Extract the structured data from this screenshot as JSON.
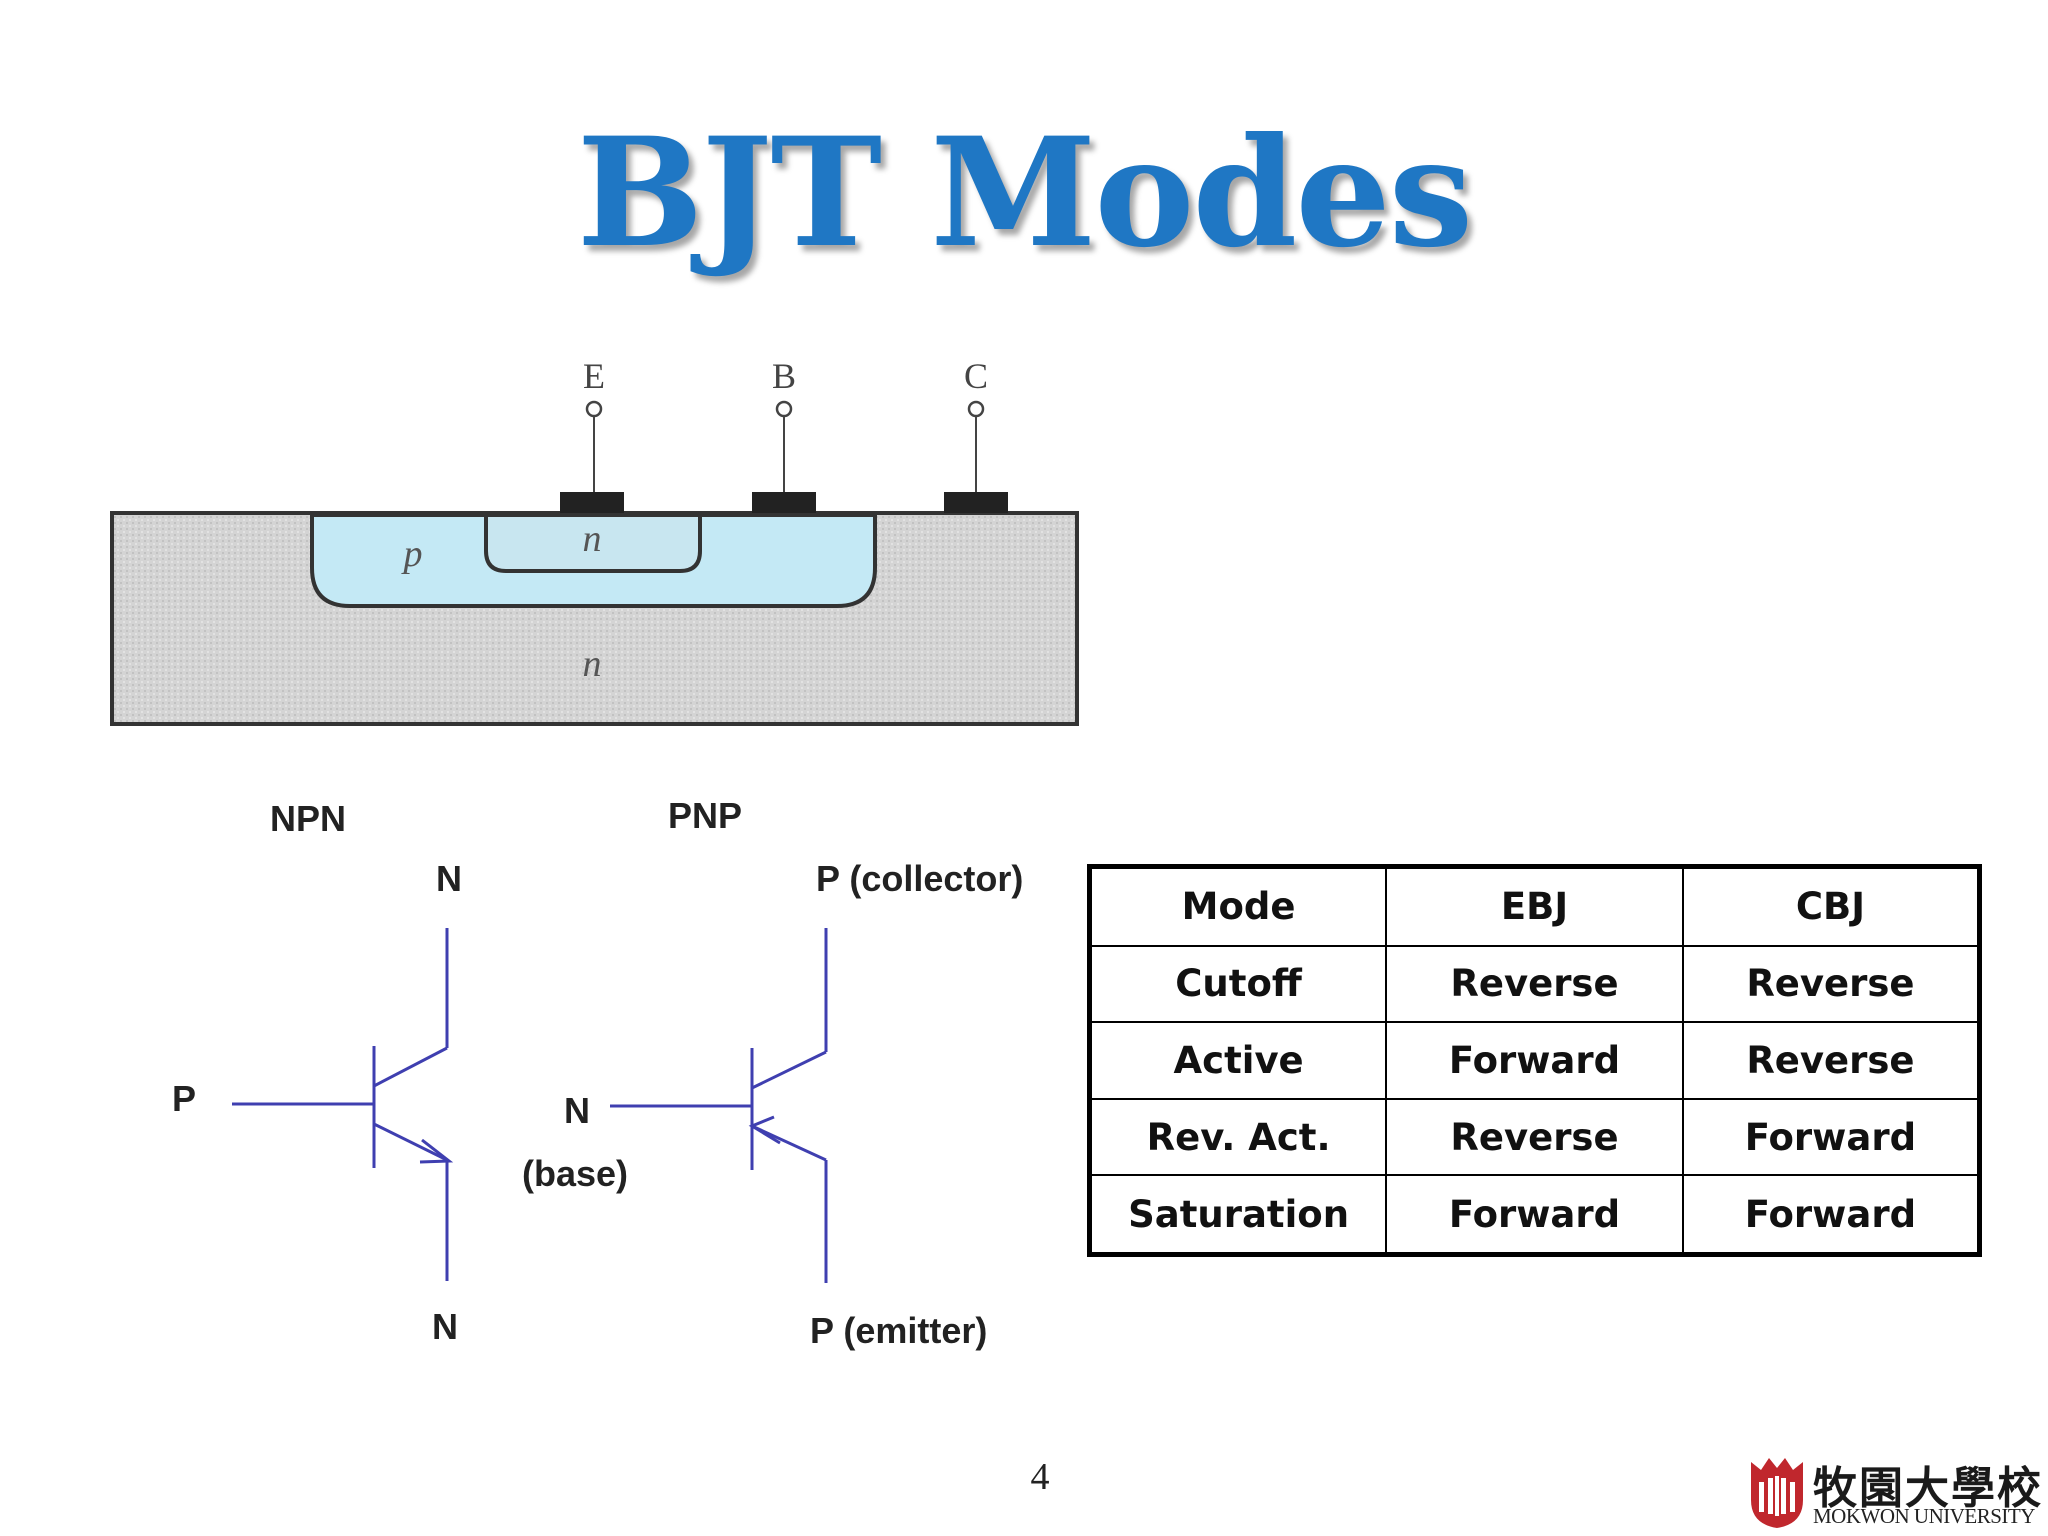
{
  "slide": {
    "title": "BJT Modes",
    "page_number": "4"
  },
  "cross_section": {
    "terminals": [
      "E",
      "B",
      "C"
    ],
    "regions": {
      "outer": "n",
      "well": "p",
      "inner": "n"
    }
  },
  "symbols": {
    "npn": {
      "heading": "NPN",
      "top": "N",
      "left": "P",
      "bottom": "N"
    },
    "pnp": {
      "heading": "PNP",
      "top": "P (collector)",
      "left": "N",
      "left_sub": "(base)",
      "bottom": "P (emitter)"
    },
    "line_color": "#3f3fb0"
  },
  "table": {
    "headers": [
      "Mode",
      "EBJ",
      "CBJ"
    ],
    "rows": [
      [
        "Cutoff",
        "Reverse",
        "Reverse"
      ],
      [
        "Active",
        "Forward",
        "Reverse"
      ],
      [
        "Rev. Act.",
        "Reverse",
        "Forward"
      ],
      [
        "Saturation",
        "Forward",
        "Forward"
      ]
    ]
  },
  "logo": {
    "name_cjk": "牧園大學校",
    "name_en": "MOKWON UNIVERSITY",
    "color": "#c0272d"
  },
  "colors": {
    "title": "#1f77c4",
    "substrate": "#d6d6d6",
    "well": "#c4e9f5"
  }
}
